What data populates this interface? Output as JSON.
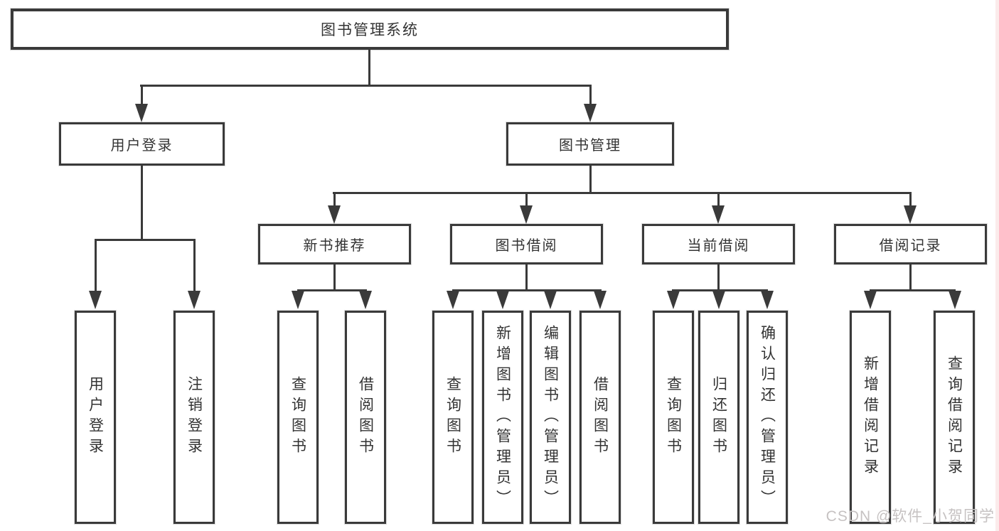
{
  "tree": {
    "root": {
      "label": "图书管理系统"
    },
    "branches": [
      {
        "label": "用户登录",
        "children": [
          {
            "label": "用户登录"
          },
          {
            "label": "注销登录"
          }
        ]
      },
      {
        "label": "图书管理",
        "children": [
          {
            "label": "新书推荐",
            "children": [
              {
                "label": "查询图书"
              },
              {
                "label": "借阅图书"
              }
            ]
          },
          {
            "label": "图书借阅",
            "children": [
              {
                "label": "查询图书"
              },
              {
                "label": "新增图书（管理员）"
              },
              {
                "label": "编辑图书（管理员）"
              },
              {
                "label": "借阅图书"
              }
            ]
          },
          {
            "label": "当前借阅",
            "children": [
              {
                "label": "查询图书"
              },
              {
                "label": "归还图书"
              },
              {
                "label": "确认归还（管理员）"
              }
            ]
          },
          {
            "label": "借阅记录",
            "children": [
              {
                "label": "新增借阅记录"
              },
              {
                "label": "查询借阅记录"
              }
            ]
          }
        ]
      }
    ]
  },
  "watermark": {
    "text": "CSDN @软件_小贺同学"
  },
  "colors": {
    "line": "#3a3a3a",
    "text": "#333333",
    "watermark": "#c6c2c2",
    "background": "#ffffff",
    "right_edge_tint": "#f7dada"
  }
}
